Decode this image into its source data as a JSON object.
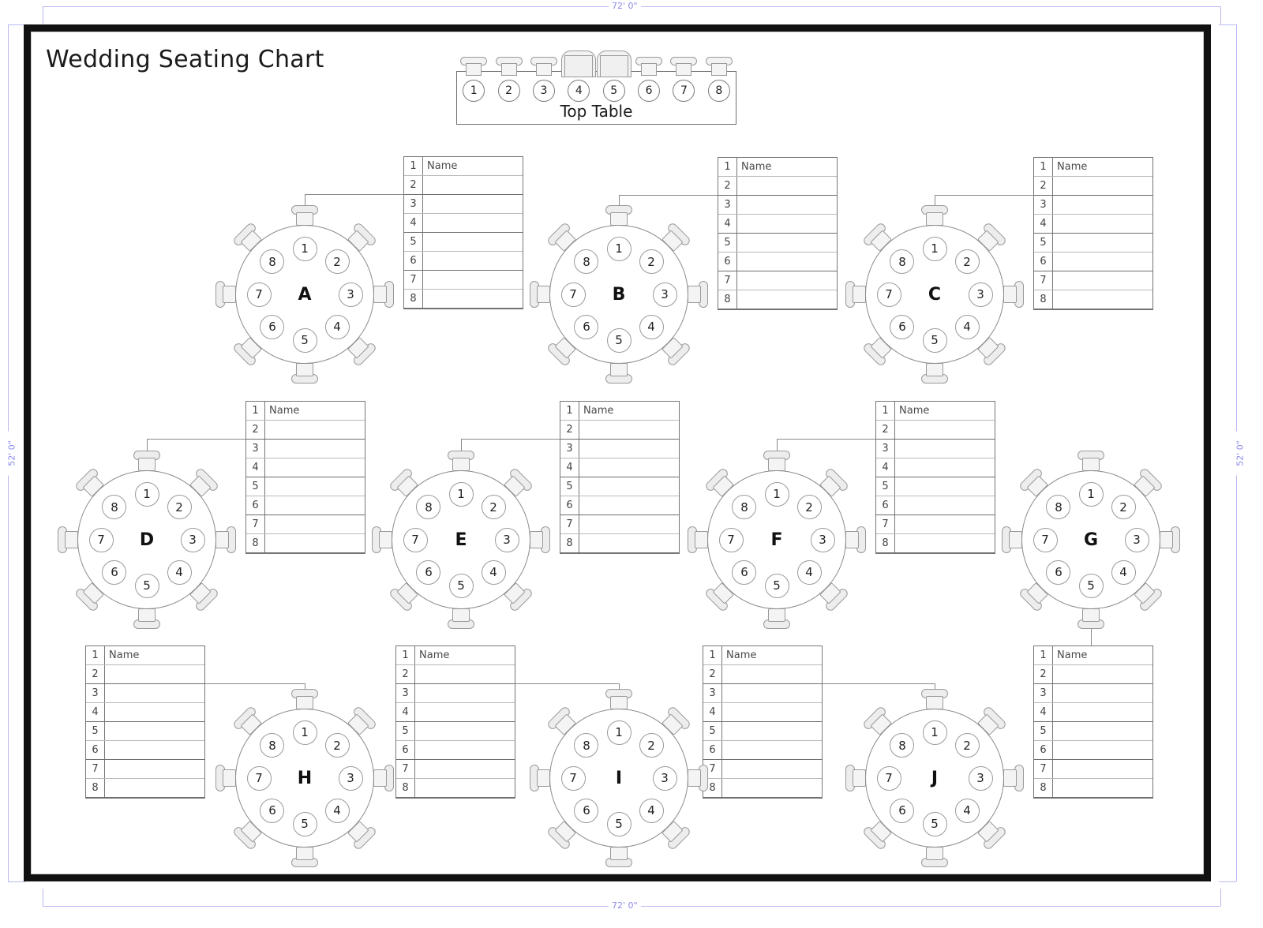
{
  "page": {
    "title": "Wedding Seating Chart"
  },
  "dimensions": {
    "top": "72' 0\"",
    "bottom": "72' 0\"",
    "left": "52' 0\"",
    "right": "52' 0\"",
    "line_color": "#b9b9f2",
    "text_color": "#8a8ae8"
  },
  "top_table": {
    "label": "Top Table",
    "seats": [
      "1",
      "2",
      "3",
      "4",
      "5",
      "6",
      "7",
      "8"
    ],
    "special_seats": [
      "4",
      "5"
    ]
  },
  "seat_numbers": [
    "1",
    "2",
    "3",
    "4",
    "5",
    "6",
    "7",
    "8"
  ],
  "name_label": "Name",
  "list_rows": [
    "1",
    "2",
    "3",
    "4",
    "5",
    "6",
    "7",
    "8"
  ],
  "tables": [
    {
      "letter": "A",
      "list_side": "right"
    },
    {
      "letter": "B",
      "list_side": "right"
    },
    {
      "letter": "C",
      "list_side": "right"
    },
    {
      "letter": "D",
      "list_side": "right"
    },
    {
      "letter": "E",
      "list_side": "right"
    },
    {
      "letter": "F",
      "list_side": "right"
    },
    {
      "letter": "G",
      "list_side": "below"
    },
    {
      "letter": "H",
      "list_side": "left"
    },
    {
      "letter": "I",
      "list_side": "left"
    },
    {
      "letter": "J",
      "list_side": "left"
    }
  ],
  "colors": {
    "frame": "#111111",
    "table_outline": "#8c8c8c",
    "chair_fill": "#ededed",
    "list_border": "#767676"
  }
}
